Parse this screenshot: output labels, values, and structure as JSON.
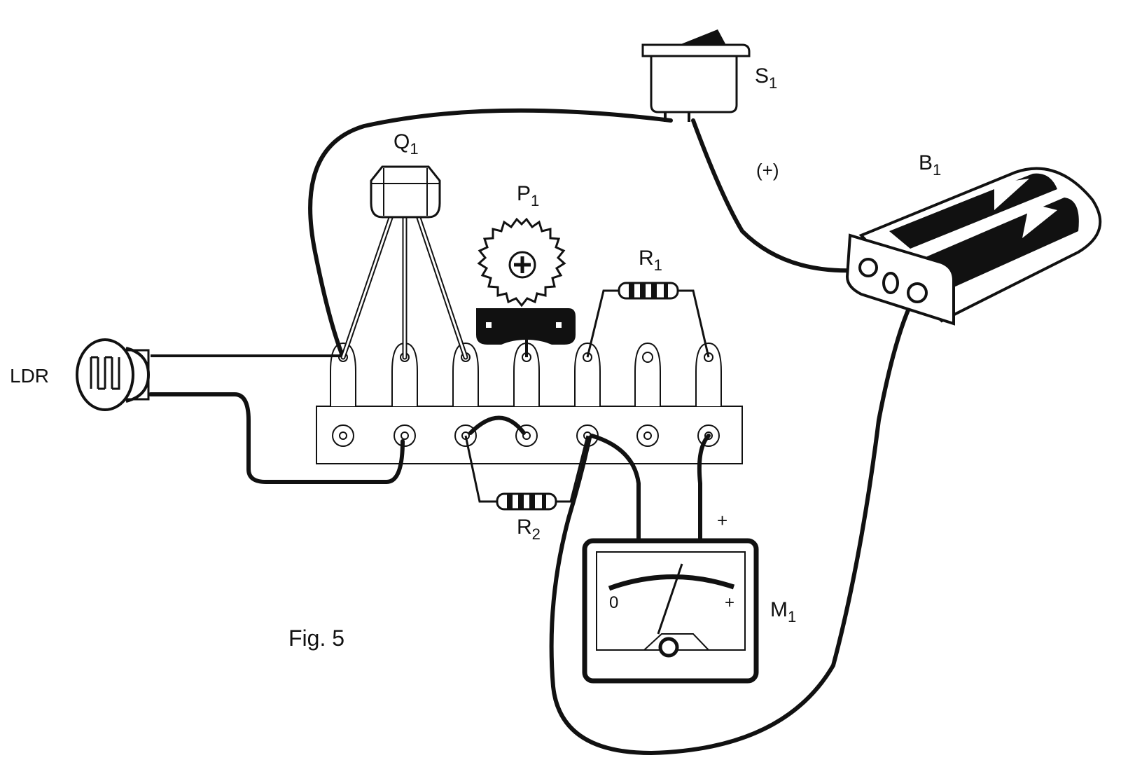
{
  "labels": {
    "s1": {
      "main": "S",
      "sub": "1"
    },
    "q1": {
      "main": "Q",
      "sub": "1"
    },
    "p1": {
      "main": "P",
      "sub": "1"
    },
    "r1": {
      "main": "R",
      "sub": "1"
    },
    "r2": {
      "main": "R",
      "sub": "2"
    },
    "b1": {
      "main": "B",
      "sub": "1"
    },
    "m1": {
      "main": "M",
      "sub": "1"
    },
    "ldr": "LDR",
    "plus_supply": "(+)",
    "meter_plus_terminal": "+",
    "meter_scale_min": "0",
    "meter_scale_max": "+",
    "figure_caption": "Fig. 5"
  },
  "colors": {
    "ink": "#111111",
    "paper": "#ffffff",
    "metal": "#f2f2f2"
  }
}
